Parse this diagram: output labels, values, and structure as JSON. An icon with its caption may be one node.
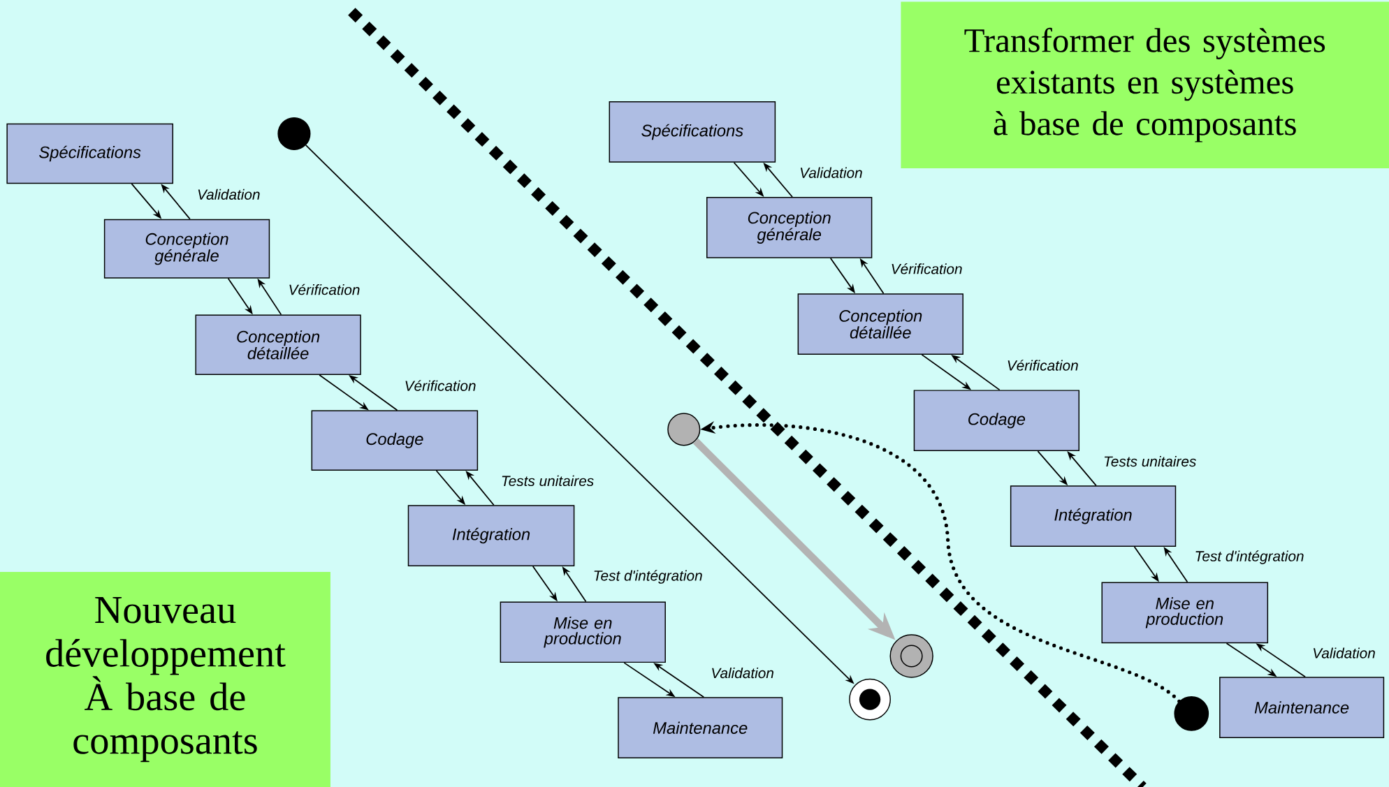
{
  "diagram": {
    "nodes": [
      {
        "text": [
          "Spécifications"
        ]
      },
      {
        "text": [
          "Conception générale"
        ]
      },
      {
        "text": [
          "Conception détaillée"
        ]
      },
      {
        "text": [
          "Codage"
        ]
      },
      {
        "text": [
          "Intégration"
        ]
      },
      {
        "text": [
          "Mise en production"
        ]
      },
      {
        "text": [
          "Maintenance"
        ]
      },
      {
        "text": [
          "Spécifications"
        ]
      },
      {
        "text": [
          "Conception générale"
        ]
      },
      {
        "text": [
          "Conception détaillée"
        ]
      },
      {
        "text": [
          "Codage"
        ]
      },
      {
        "text": [
          "Intégration"
        ]
      },
      {
        "text": [
          "Mise en production"
        ]
      },
      {
        "text": [
          "Maintenance"
        ]
      },
      {
        "text": [
          "Transformer des systèmes existants en systèmes à base de composants"
        ]
      },
      {
        "text": [
          "Nouveau développement À base de composants"
        ]
      },
      {
        "text": [],
        "shape": "circle"
      },
      {
        "text": [],
        "shape": "target"
      },
      {
        "text": [],
        "shape": "circle"
      },
      {
        "text": [],
        "shape": "target"
      },
      {
        "text": [],
        "shape": "circle"
      }
    ],
    "edges": [
      {
        "from": 0,
        "to": 1,
        "arrow": "to"
      },
      {
        "from": 1,
        "to": 0,
        "arrow": "to",
        "label": "Validation"
      },
      {
        "from": 1,
        "to": 2,
        "arrow": "to"
      },
      {
        "from": 2,
        "to": 1,
        "arrow": "to",
        "label": "Vérification"
      },
      {
        "from": 2,
        "to": 3,
        "arrow": "to"
      },
      {
        "from": 3,
        "to": 2,
        "arrow": "to",
        "label": "Vérification"
      },
      {
        "from": 3,
        "to": 4,
        "arrow": "to"
      },
      {
        "from": 4,
        "to": 3,
        "arrow": "to",
        "label": "Tests unitaires"
      },
      {
        "from": 4,
        "to": 5,
        "arrow": "to"
      },
      {
        "from": 5,
        "to": 4,
        "arrow": "to",
        "label": "Test d'intégration"
      },
      {
        "from": 5,
        "to": 6,
        "arrow": "to"
      },
      {
        "from": 6,
        "to": 5,
        "arrow": "to",
        "label": "Validation"
      },
      {
        "from": 7,
        "to": 8,
        "arrow": "to"
      },
      {
        "from": 8,
        "to": 7,
        "arrow": "to",
        "label": "Validation"
      },
      {
        "from": 8,
        "to": 9,
        "arrow": "to"
      },
      {
        "from": 9,
        "to": 8,
        "arrow": "to",
        "label": "Vérification"
      },
      {
        "from": 9,
        "to": 10,
        "arrow": "to"
      },
      {
        "from": 10,
        "to": 9,
        "arrow": "to",
        "label": "Vérification"
      },
      {
        "from": 10,
        "to": 11,
        "arrow": "to"
      },
      {
        "from": 11,
        "to": 10,
        "arrow": "to",
        "label": "Tests unitaires"
      },
      {
        "from": 11,
        "to": 12,
        "arrow": "to"
      },
      {
        "from": 12,
        "to": 11,
        "arrow": "to",
        "label": "Test d'intégration"
      },
      {
        "from": 12,
        "to": 13,
        "arrow": "to"
      },
      {
        "from": 13,
        "to": 12,
        "arrow": "to",
        "label": "Validation"
      },
      {
        "from": 16,
        "to": 17,
        "arrow": "to"
      },
      {
        "from": 18,
        "to": 19,
        "arrow": "to",
        "style": "thick",
        "color": "#b3b3b3"
      },
      {
        "from": 20,
        "to": 18,
        "arrow": "to",
        "style": "dashed"
      }
    ]
  }
}
